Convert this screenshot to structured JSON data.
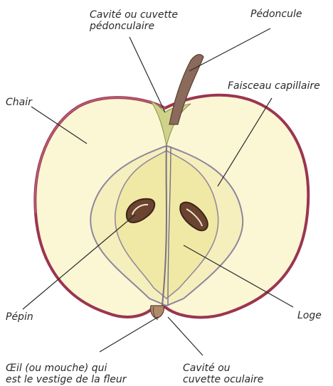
{
  "diagram": {
    "labels": {
      "cavite_pedonculaire": {
        "line1": "Cavité ou cuvette",
        "line2": "pédonculaire"
      },
      "pedoncule": "Pédoncule",
      "chair": "Chair",
      "faisceau": "Faisceau capillaire",
      "pepin": "Pépin",
      "loge": "Loge",
      "oeil": {
        "line1": "Œil (ou mouche) qui",
        "line2": "est le vestige de la fleur"
      },
      "cavite_oculaire": {
        "line1": "Cavité ou",
        "line2": "cuvette oculaire"
      }
    },
    "colors": {
      "skin": "#9b3550",
      "flesh": "#fbf6d4",
      "core": "#f5efbd",
      "inner": "#f0e9a3",
      "stem": "#8a6a5a",
      "seed": "#5a3a2a",
      "line": "#2a2a2a"
    }
  }
}
